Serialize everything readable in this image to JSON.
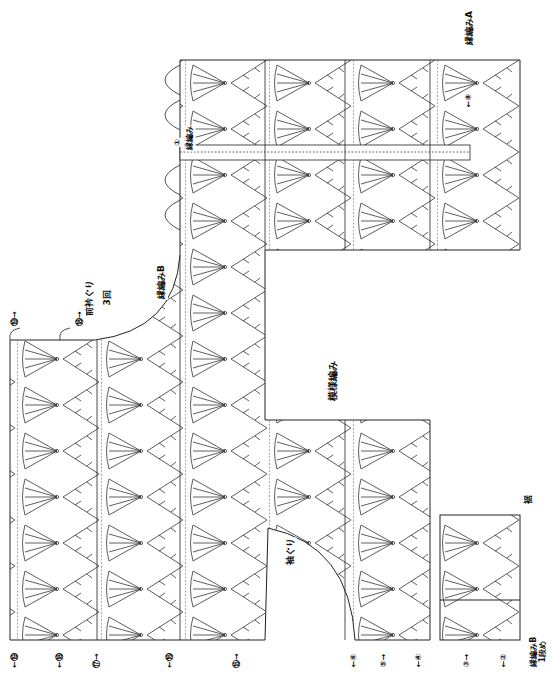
{
  "diagram": {
    "labels": [
      "縁編みA",
      "縁編み",
      "前衿ぐり",
      "3回",
      "縁編みB",
      "模様編み",
      "袖ぐり",
      "裾",
      "縁編みB 1段め",
      "←⑧",
      "①",
      "⑲→",
      "⑱→",
      "←⑲",
      "←⑱",
      "⑰→",
      "←⑯",
      "⑮→",
      "←⑥",
      "⑤→",
      "←④",
      "③→",
      "←②"
    ]
  }
}
